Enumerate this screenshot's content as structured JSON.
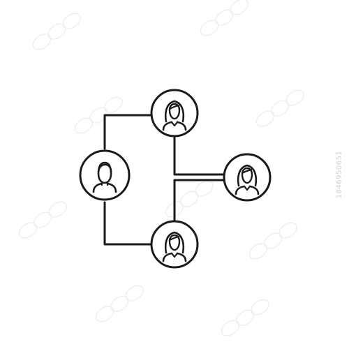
{
  "diagram": {
    "stroke_color": "#1a1a1a",
    "background_color": "#ffffff",
    "nodes": [
      {
        "id": "male-left",
        "icon": "male-user-icon"
      },
      {
        "id": "female-top",
        "icon": "female-user-icon"
      },
      {
        "id": "female-bottom",
        "icon": "female-user-icon"
      },
      {
        "id": "female-right",
        "icon": "female-user-icon"
      }
    ],
    "connections": [
      {
        "from": "male-left",
        "to": "female-top"
      },
      {
        "from": "male-left",
        "to": "female-bottom"
      },
      {
        "from": "female-top",
        "to": "female-right"
      },
      {
        "from": "female-bottom",
        "to": "female-right"
      }
    ]
  },
  "watermark": {
    "id_text": "1846950651",
    "pattern_color": "#e6e6e6"
  }
}
